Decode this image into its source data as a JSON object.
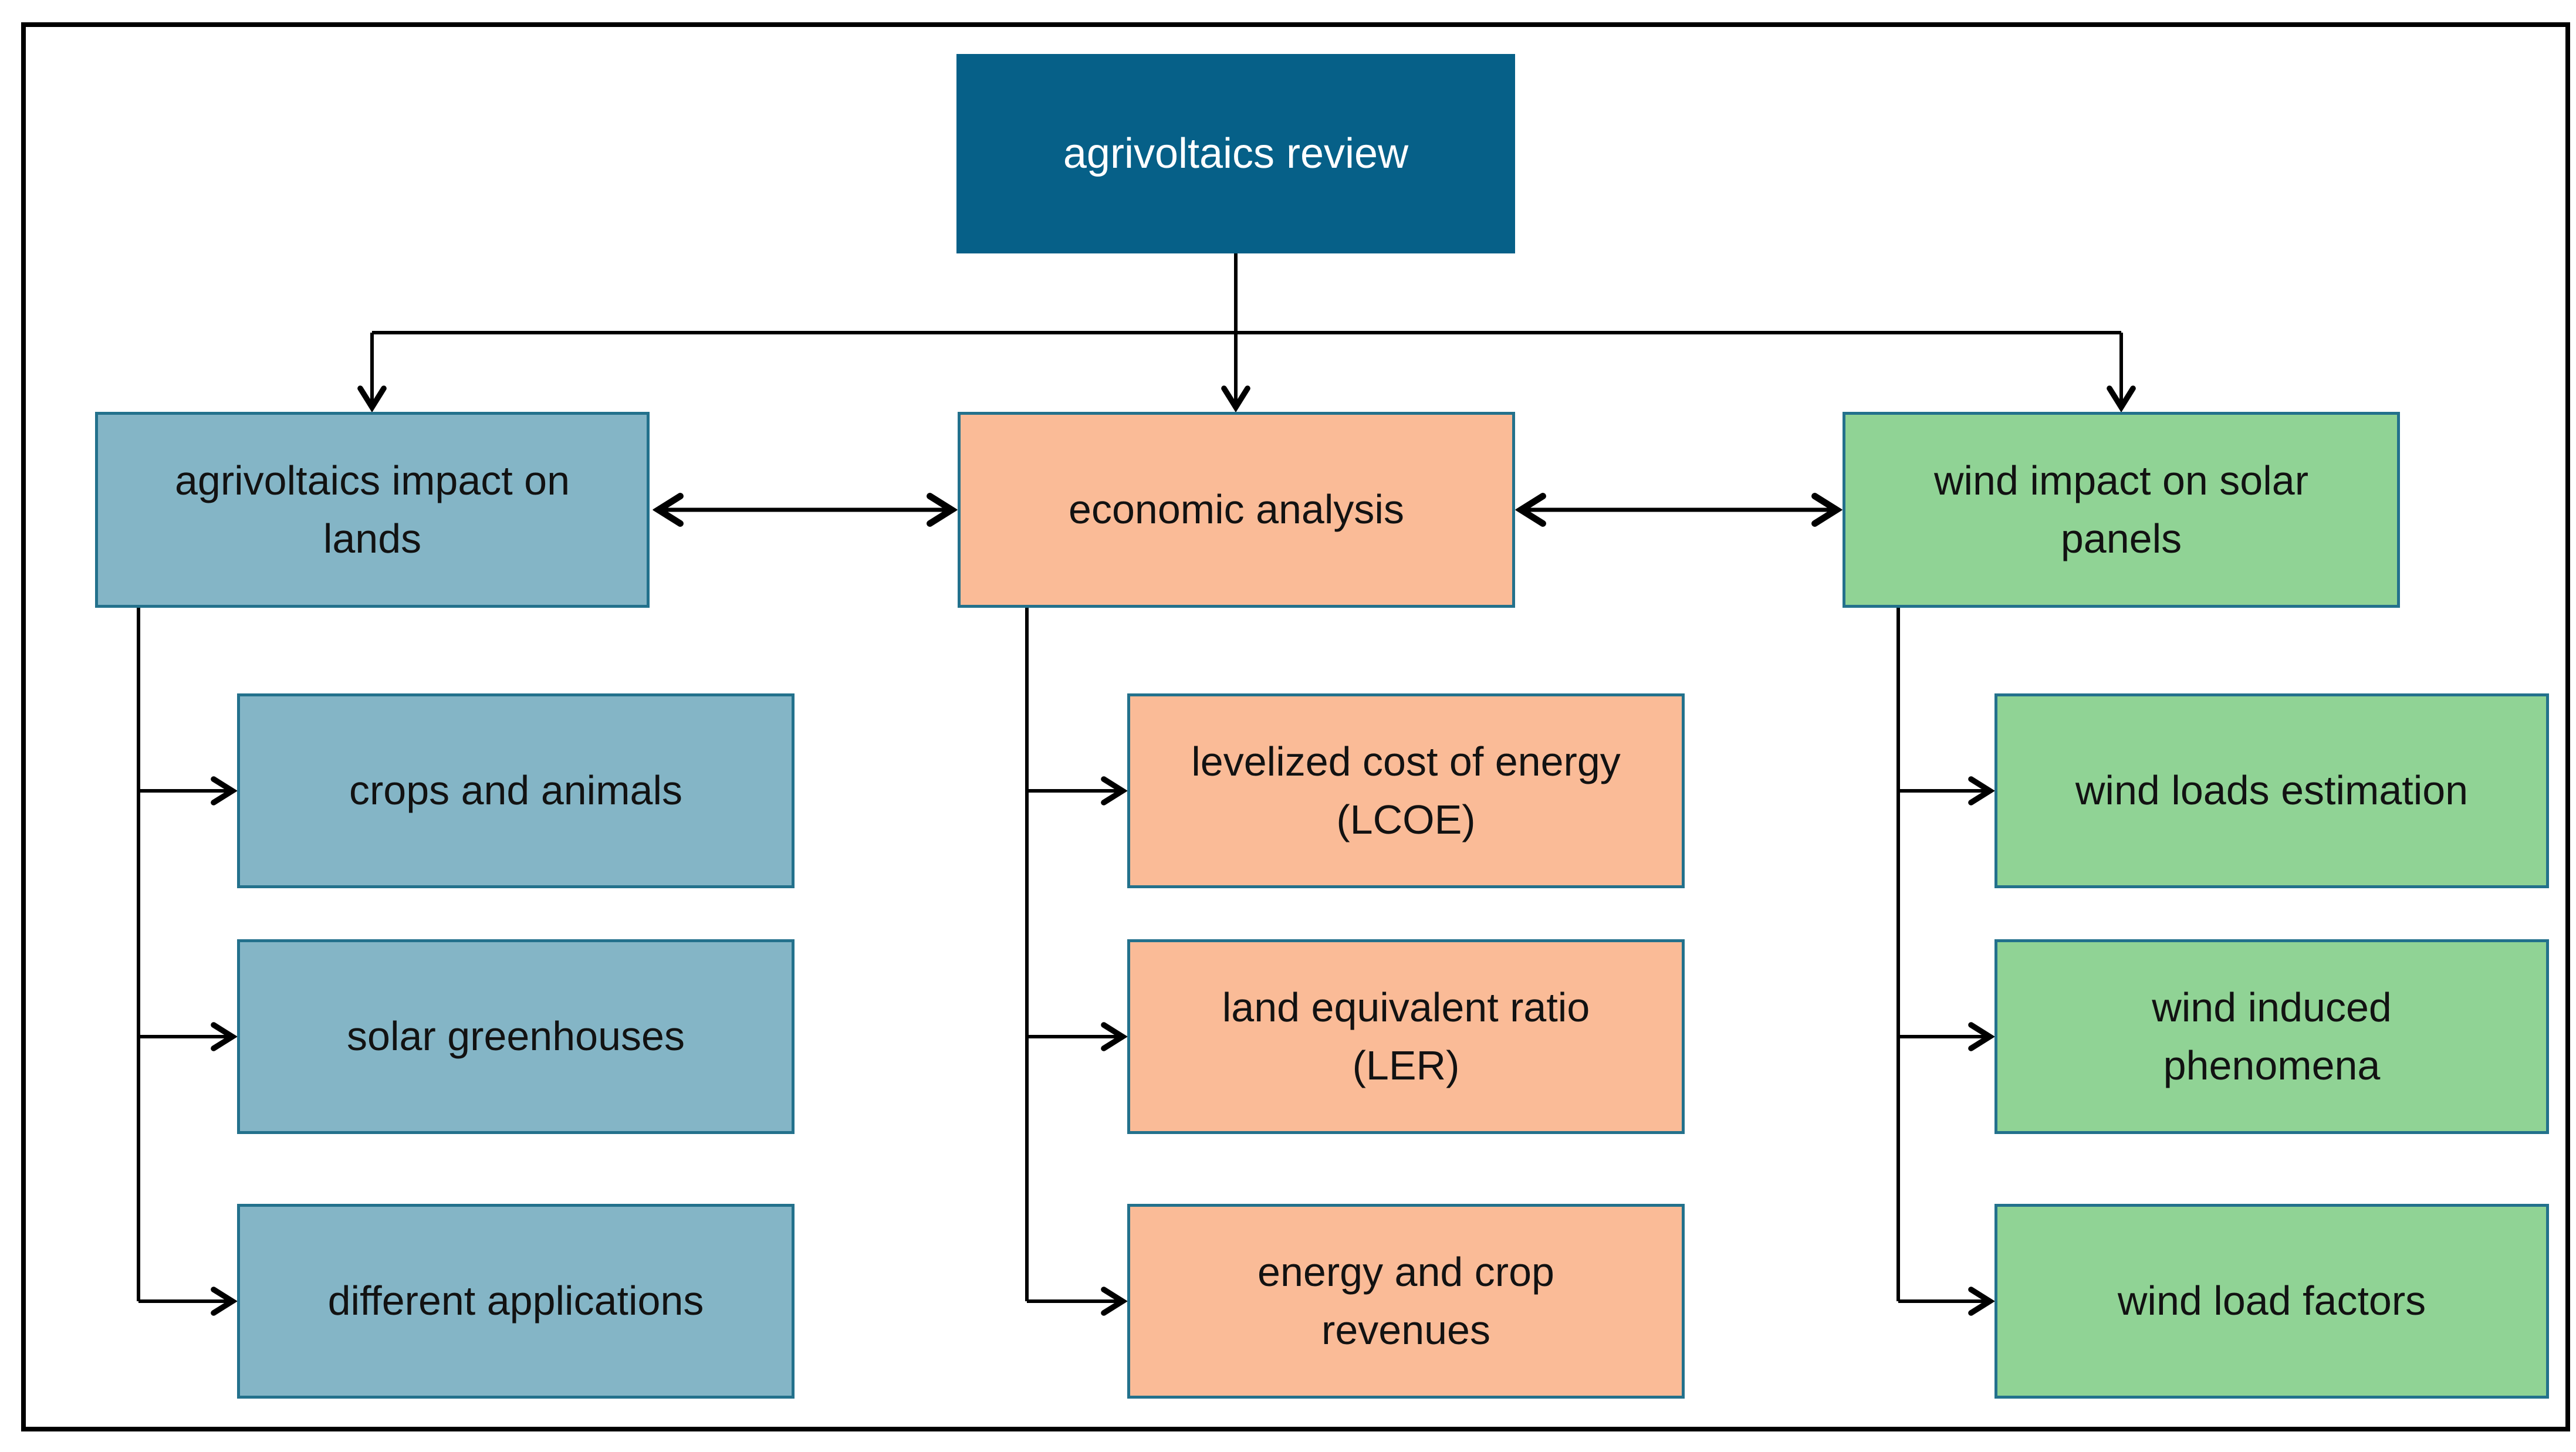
{
  "figure": {
    "type": "flowchart",
    "description": "agrivoltaics review topic tree"
  },
  "colors": {
    "root_fill": "#066088",
    "root_text": "#ffffff",
    "blue_fill": "#84b5c6",
    "salmon_fill": "#fabb97",
    "green_fill": "#90d395",
    "box_border": "#23718c",
    "text": "#121212",
    "line": "#000000",
    "outer_border": "#000000"
  },
  "root": {
    "label": "agrivoltaics review"
  },
  "branches": [
    {
      "label": "agrivoltaics impact on\nlands",
      "palette": "blue",
      "children": [
        "crops and animals",
        "solar greenhouses",
        "different applications"
      ]
    },
    {
      "label": "economic analysis",
      "palette": "salmon",
      "children": [
        "levelized cost of energy\n(LCOE)",
        "land equivalent ratio\n(LER)",
        "energy and crop\nrevenues"
      ]
    },
    {
      "label": "wind impact on solar\npanels",
      "palette": "green",
      "children": [
        "wind loads estimation",
        "wind induced\nphenomena",
        "wind load factors"
      ]
    }
  ]
}
